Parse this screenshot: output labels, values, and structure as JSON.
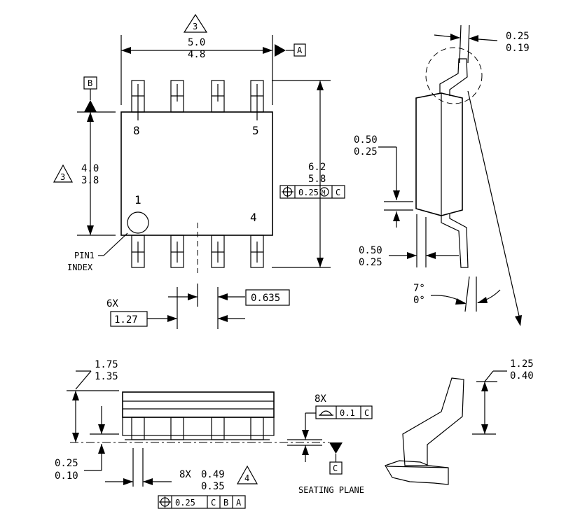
{
  "top_view": {
    "width_max": "5.0",
    "width_min": "4.8",
    "width_note": "3",
    "datum_a": "A",
    "datum_b": "B",
    "height_max": "4.0",
    "height_min": "3.8",
    "height_note": "3",
    "span_max": "6.2",
    "span_min": "5.8",
    "pin_8": "8",
    "pin_5": "5",
    "pin_1": "1",
    "pin_4": "4",
    "pin1_label_line1": "PIN1",
    "pin1_label_line2": "INDEX",
    "pitch_count": "6X",
    "pitch": "1.27",
    "half_pitch": "0.635",
    "position_tol": "0.25",
    "position_datum": "C"
  },
  "side_view": {
    "lead_thk_max": "0.25",
    "lead_thk_min": "0.19",
    "flat_max": "0.50",
    "flat_min": "0.25",
    "foot_max": "0.50",
    "foot_min": "0.25",
    "angle_max": "7°",
    "angle_min": "0°"
  },
  "front_view": {
    "height_max": "1.75",
    "height_min": "1.35",
    "standoff_max": "0.25",
    "standoff_min": "0.10",
    "lead_w_count": "8X",
    "lead_w_max": "0.49",
    "lead_w_min": "0.35",
    "lead_w_note": "4",
    "fcf_tol": "0.25",
    "fcf_d1": "C",
    "fcf_d2": "B",
    "fcf_d3": "A",
    "coplanarity_count": "8X",
    "coplanarity_tol": "0.1",
    "coplanarity_datum": "C",
    "datum_c": "C",
    "seating_plane": "SEATING PLANE"
  },
  "detail_view": {
    "lead_len_max": "1.25",
    "lead_len_min": "0.40"
  }
}
